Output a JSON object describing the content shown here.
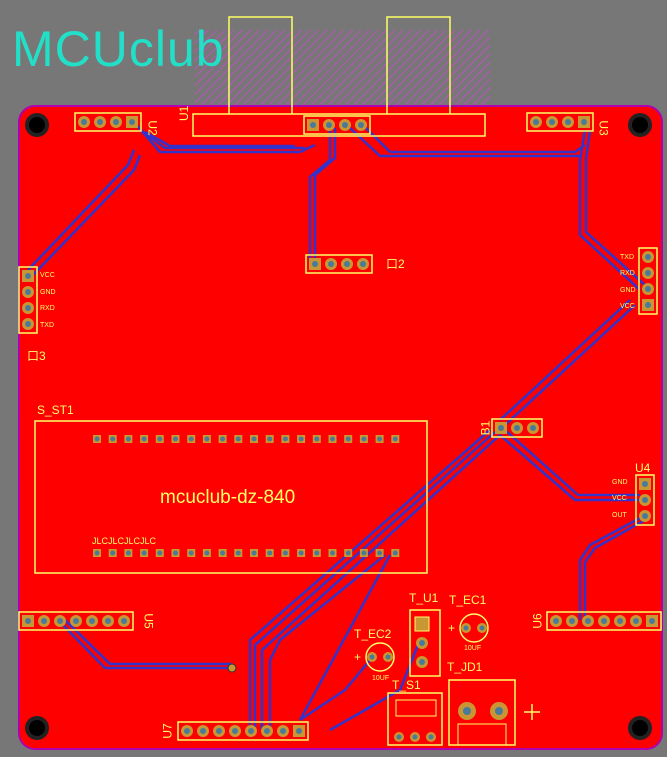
{
  "brand": "MCUclub",
  "board_title": "mcuclub-dz-840",
  "designators": {
    "s_st1": "S_ST1",
    "u1": "U1",
    "u2": "U2",
    "u3": "U3",
    "u4": "U4",
    "u5": "U5",
    "u6": "U6",
    "u7": "U7",
    "b1": "B1",
    "t_u1": "T_U1",
    "t_ec1": "T_EC1",
    "t_ec2": "T_EC2",
    "t_s1": "T_S1",
    "t_jd1": "T_JD1",
    "j2": "口2",
    "j3": "口3"
  },
  "header_labels": {
    "jlc": "JLCJLCJLCJLC",
    "u4_pins": [
      "GND",
      "VCC",
      "OUT"
    ],
    "u2_left_pins": [
      "VCC",
      "GND",
      "RXD",
      "TXD"
    ],
    "right_header_pins": [
      "TXD",
      "RXD",
      "GND",
      "VCC"
    ],
    "ec_value": "10UF"
  },
  "colors": {
    "board": "#ff0000",
    "outline": "#b000b0",
    "silkscreen": "#ffff66",
    "trace": "#3333cc",
    "pad": "#c89632",
    "brand": "#22e0c8",
    "background": "#777777"
  }
}
